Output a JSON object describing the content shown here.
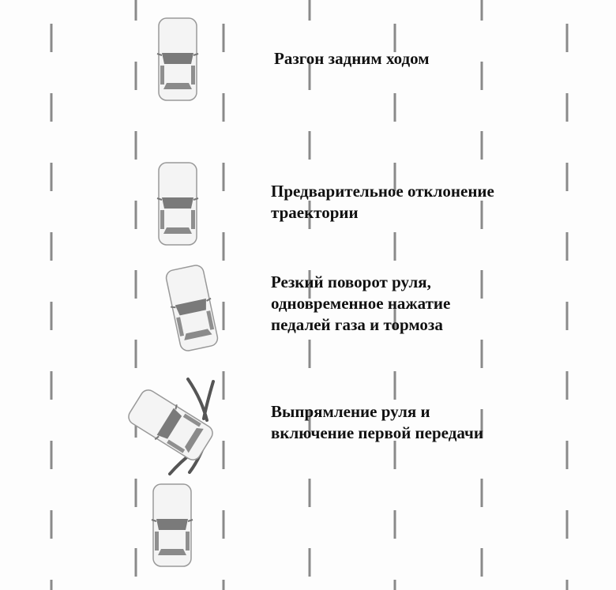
{
  "steps": [
    {
      "lines": [
        "Разгон задним ходом"
      ]
    },
    {
      "lines": [
        "Предварительное отклонение",
        "траектории"
      ]
    },
    {
      "lines": [
        "Резкий поворот руля,",
        "одновременное нажатие",
        "педалей газа и тормоза"
      ]
    },
    {
      "lines": [
        "Выпрямление руля и",
        "включение первой передачи"
      ]
    }
  ],
  "colors": {
    "text": "#111111",
    "lane": "#8a8a8a",
    "car_body": "#f4f4f4",
    "car_glass": "#7a7a7a",
    "skid": "#555555"
  }
}
